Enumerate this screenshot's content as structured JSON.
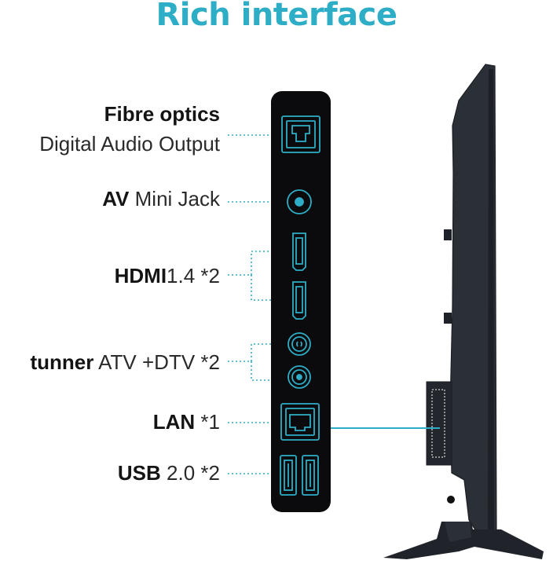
{
  "title": "Rich interface",
  "ports": {
    "fibre": {
      "name": "Fibre optics",
      "desc": "Digital Audio Output"
    },
    "av": {
      "name": "AV",
      "desc": "Mini Jack"
    },
    "hdmi": {
      "name": "HDMI",
      "desc": "1.4 *2"
    },
    "tuner": {
      "name": "tunner",
      "desc": "ATV +DTV *2"
    },
    "lan": {
      "name": "LAN",
      "desc": "*1"
    },
    "usb": {
      "name": "USB",
      "desc": "2.0 *2"
    }
  },
  "colors": {
    "accent": "#2eaec6",
    "panel": "#0b0b0d",
    "tv_body": "#2b2f36"
  }
}
